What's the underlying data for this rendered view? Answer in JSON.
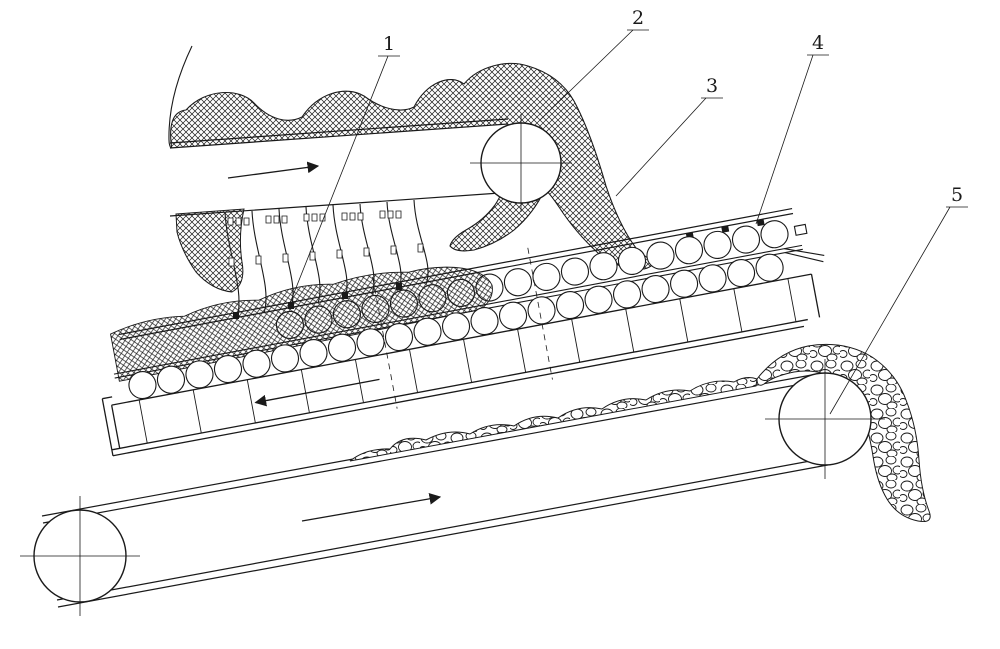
{
  "figure": {
    "background": "#ffffff",
    "ink": "#1a1a1a",
    "callouts": [
      {
        "label": "1"
      },
      {
        "label": "2"
      },
      {
        "label": "3"
      },
      {
        "label": "4"
      },
      {
        "label": "5"
      }
    ]
  }
}
